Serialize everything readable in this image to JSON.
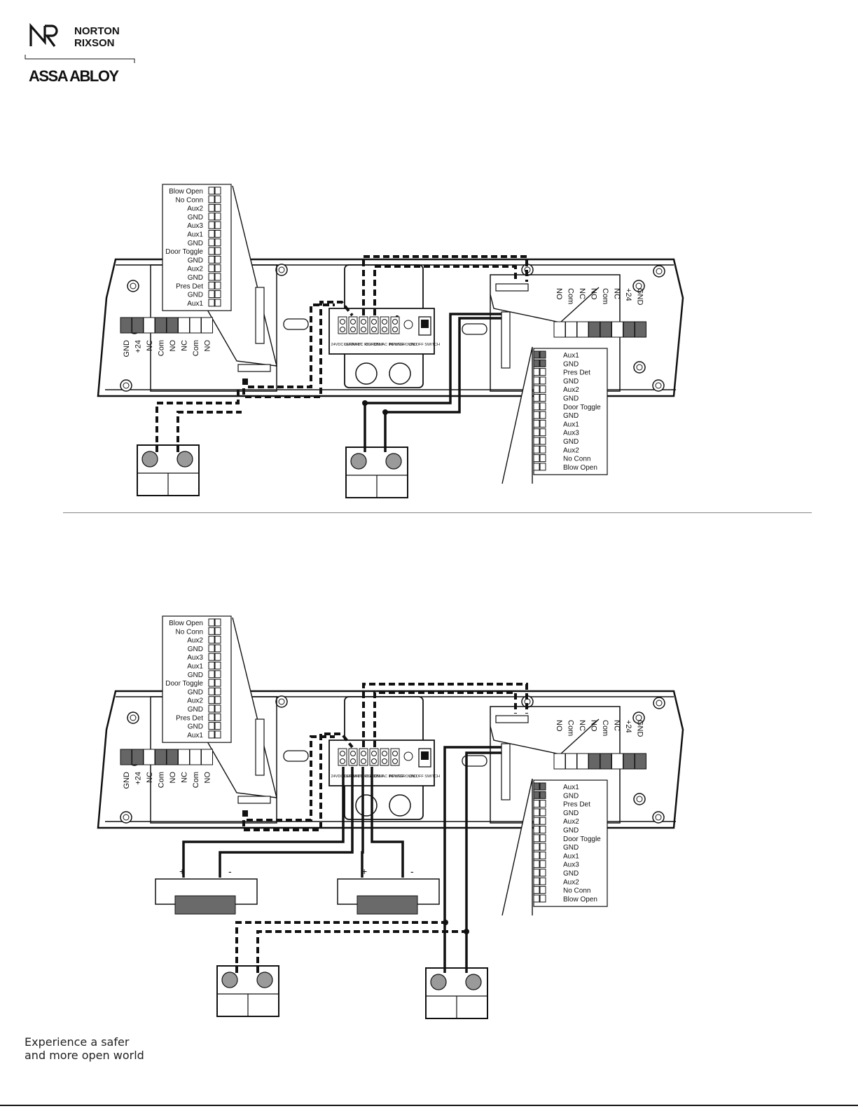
{
  "logo": {
    "brand_line1": "NORTON",
    "brand_line2": "RIXSON",
    "parent": "ASSA ABLOY"
  },
  "tagline": {
    "line1": "Experience a safer",
    "line2": "and more open world"
  },
  "terminal_labels": [
    "Blow Open",
    "No Conn",
    "Aux2",
    "GND",
    "Aux3",
    "Aux1",
    "GND",
    "Door Toggle",
    "GND",
    "Aux2",
    "GND",
    "Pres Det",
    "GND",
    "Aux1"
  ],
  "relay_labels": [
    "GND",
    "+24",
    "NC",
    "Com",
    "NO",
    "NC",
    "Com",
    "NO"
  ],
  "power_terminal_labels": [
    "24VDC LEFT",
    "OUT UNIT",
    "24VDC RIGHT",
    "OUT UNIT",
    "120VAC INPUT",
    "POWER",
    "GROUND",
    "ON OFF SWITCH"
  ],
  "polarity": {
    "plus": "+",
    "minus": "-"
  },
  "colors": {
    "line": "#111111",
    "terminal_fill": "#666666",
    "button_fill": "#9a9a9a",
    "strike_fill": "#6a6a6a"
  }
}
